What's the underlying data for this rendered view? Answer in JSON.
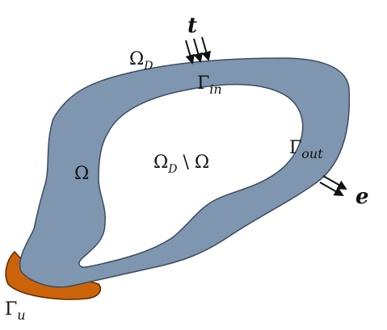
{
  "diagram": {
    "labels": {
      "omega_d": {
        "main": "Ω",
        "sub": "D"
      },
      "gamma_in": {
        "main": "Γ",
        "sub": "in"
      },
      "omega": {
        "main": "Ω"
      },
      "omega_d_minus_omega": {
        "main": "Ω",
        "sub": "D",
        "rest": " \\ Ω"
      },
      "gamma_out": {
        "main": "Γ",
        "sub": "out"
      },
      "gamma_u": {
        "main": "Γ",
        "sub": "u"
      },
      "traction": "t",
      "direction": "e"
    },
    "colors": {
      "domain_fill": "#7f96b0",
      "domain_stroke": "#3e4c5e",
      "support_fill": "#cc6309",
      "support_stroke": "#5a2a05",
      "arrow": "#111111"
    }
  }
}
